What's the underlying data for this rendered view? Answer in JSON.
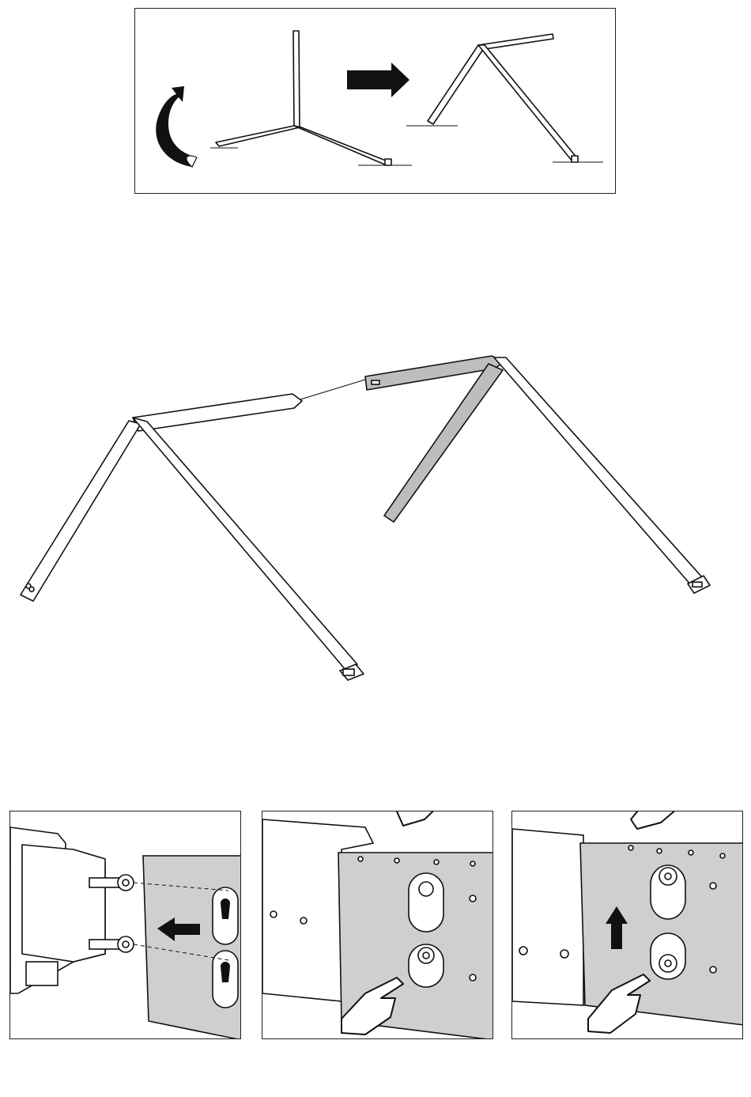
{
  "manual": {
    "step1": {
      "description_icons": [
        "curved-rotate-arrow-icon",
        "right-arrow-icon"
      ]
    },
    "step2": {},
    "step3": {
      "panels": [
        {
          "id": "insert-screws",
          "icons": [
            "left-arrow-icon"
          ]
        },
        {
          "id": "press-panel",
          "icons": [
            "pointing-hand-icon"
          ]
        },
        {
          "id": "slide-up",
          "icons": [
            "up-arrow-icon",
            "pointing-hand-icon"
          ]
        }
      ]
    }
  },
  "colors": {
    "line": "#111111",
    "panel_fill": "#cfcfcf",
    "background": "#ffffff"
  }
}
